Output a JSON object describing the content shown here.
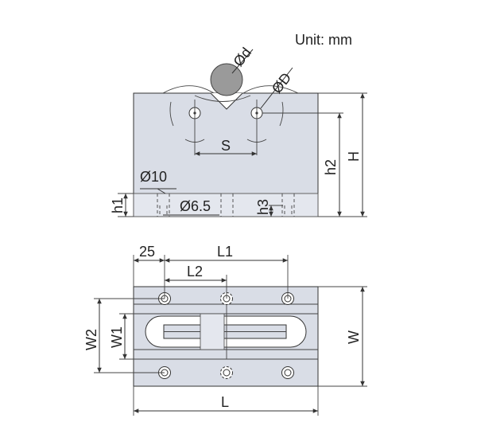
{
  "unit_label": "Unit: mm",
  "labels": {
    "small_dia": "Ød",
    "large_dia": "ØD",
    "spacing": "S",
    "height": "H",
    "height2": "h2",
    "hole_dia_10": "Ø10",
    "hole_dia_65": "Ø6.5",
    "h1": "h1",
    "h3": "h3",
    "offset_25": "25",
    "l1": "L1",
    "l2": "L2",
    "w1": "W1",
    "w2": "W2",
    "w": "W",
    "l": "L"
  },
  "colors": {
    "block_fill": "#d9dde6",
    "roller_fill": "#9a9a9a",
    "line": "#333333"
  }
}
